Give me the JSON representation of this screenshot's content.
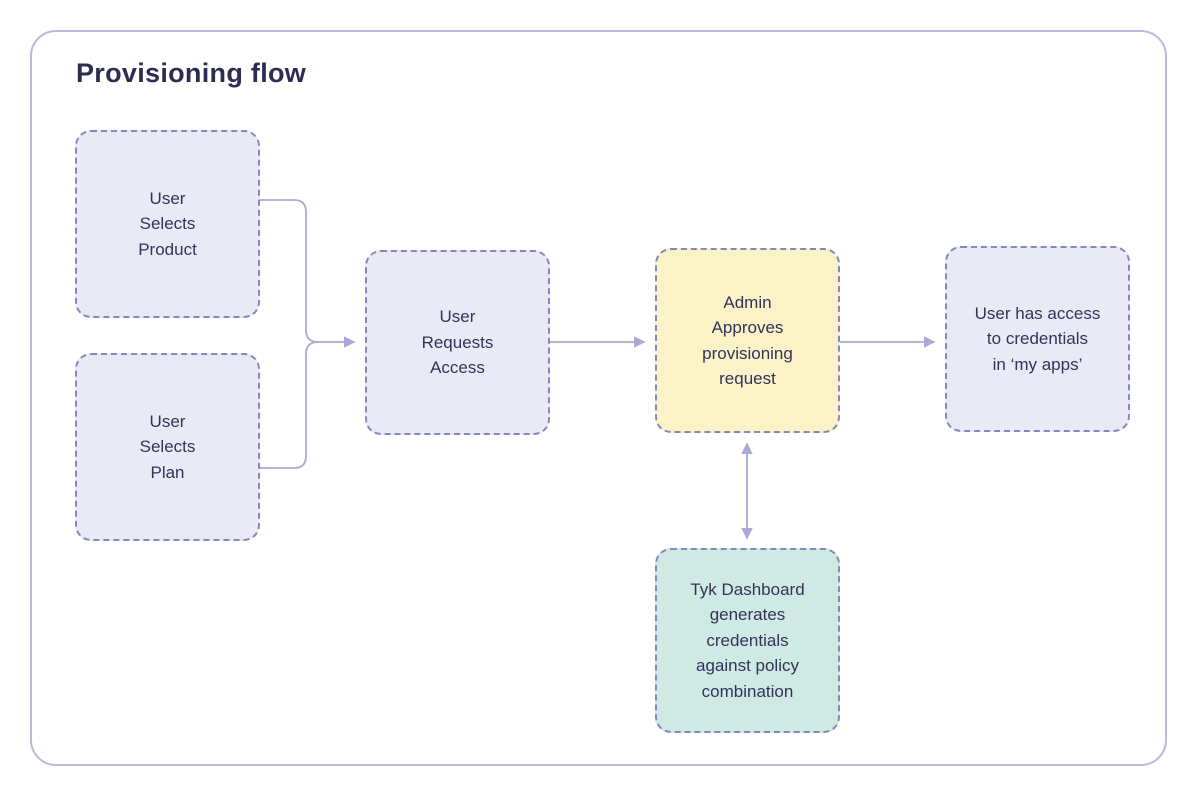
{
  "title": "Provisioning flow",
  "colors": {
    "frame_border": "#b9b9dc",
    "node_border": "#8688bd",
    "connector": "#a9aad5",
    "text": "#33335a",
    "lavender_fill": "#eaeaf6",
    "yellow_fill": "#fbf2c8",
    "teal_fill": "#cfe9e3"
  },
  "nodes": [
    {
      "id": "user-selects-product",
      "label": "User\nSelects\nProduct",
      "fill": "#eaeaf6"
    },
    {
      "id": "user-selects-plan",
      "label": "User\nSelects\nPlan",
      "fill": "#eaeaf6"
    },
    {
      "id": "user-requests-access",
      "label": "User\nRequests\nAccess",
      "fill": "#eaeaf6"
    },
    {
      "id": "admin-approves",
      "label": "Admin\nApproves\nprovisioning\nrequest",
      "fill": "#fbf2c8"
    },
    {
      "id": "user-has-access",
      "label": "User has access\nto credentials\nin ‘my apps’",
      "fill": "#eaeaf6"
    },
    {
      "id": "tyk-dashboard",
      "label": "Tyk Dashboard\ngenerates\ncredentials\nagainst policy\ncombination",
      "fill": "#cfe9e3"
    }
  ],
  "edges": [
    {
      "from": "user-selects-product",
      "to": "user-requests-access",
      "bidirectional": false
    },
    {
      "from": "user-selects-plan",
      "to": "user-requests-access",
      "bidirectional": false
    },
    {
      "from": "user-requests-access",
      "to": "admin-approves",
      "bidirectional": false
    },
    {
      "from": "admin-approves",
      "to": "user-has-access",
      "bidirectional": false
    },
    {
      "from": "admin-approves",
      "to": "tyk-dashboard",
      "bidirectional": true
    }
  ]
}
